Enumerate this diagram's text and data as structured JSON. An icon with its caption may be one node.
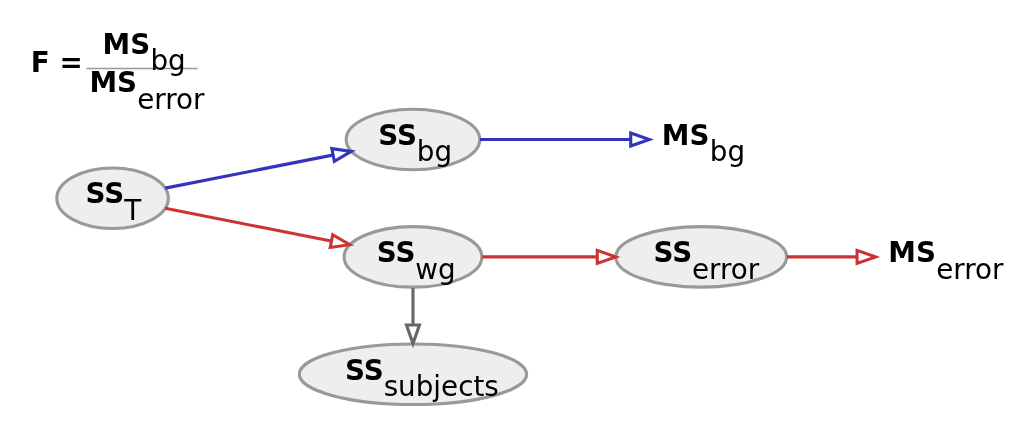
{
  "diagram": {
    "nodes": [
      {
        "text": [
          "SS$_{T}$"
        ]
      },
      {
        "text": [
          "SS$_{bg}$"
        ]
      },
      {
        "text": [
          "MS$_{bg}$"
        ]
      },
      {
        "text": [
          "SS$_{wg}$"
        ]
      },
      {
        "text": [
          "SS$_{error}$"
        ]
      },
      {
        "text": [
          "MS$_{error}$"
        ]
      },
      {
        "text": [
          "SS$_{subjects}$"
        ]
      }
    ],
    "edges": [
      {
        "from": 0,
        "to": 1,
        "arrow": "to",
        "color": "#3333bb"
      },
      {
        "from": 1,
        "to": 2,
        "arrow": "to",
        "color": "#3333bb"
      },
      {
        "from": 0,
        "to": 3,
        "arrow": "to",
        "color": "#cc3333"
      },
      {
        "from": 3,
        "to": 4,
        "arrow": "to",
        "color": "#cc3333"
      },
      {
        "from": 4,
        "to": 5,
        "arrow": "to",
        "color": "#cc3333"
      },
      {
        "from": 3,
        "to": 6,
        "arrow": "to",
        "color": "#666666"
      }
    ],
    "labels": [
      "F =",
      "MS$_{bg}$",
      "MS$_{error}$"
    ]
  }
}
